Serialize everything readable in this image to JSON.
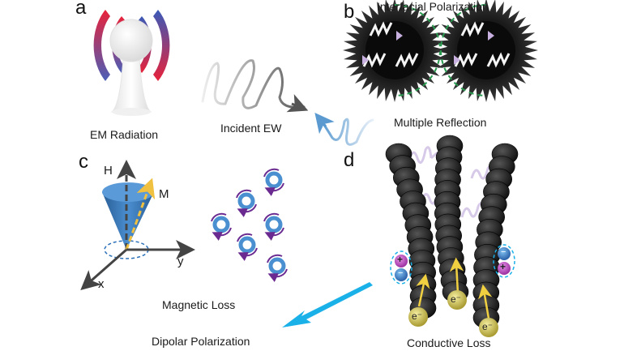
{
  "panels": {
    "a": {
      "letter": "a",
      "caption": "EM Radiation"
    },
    "b": {
      "letter": "b",
      "title": "Interfacial Polarization",
      "caption": "Multiple Reflection"
    },
    "c": {
      "letter": "c",
      "axis_h": "H",
      "axis_m": "M",
      "axis_x": "x",
      "axis_y": "y",
      "caption": "Magnetic Loss"
    },
    "d": {
      "letter": "d",
      "caption": "Conductive Loss",
      "electron": "e⁻",
      "plus": "+",
      "minus": "−"
    }
  },
  "wave_label": "Incident EW",
  "bottom_label": "Dipolar Polarization",
  "colors": {
    "radiation_red": "#e8223a",
    "radiation_blue": "#4a5fb8",
    "cone_blue": "#4a90d0",
    "arrow_cyan": "#1ab0e8",
    "spin_purple": "#6a2a90",
    "electron_yellow": "#d8c850",
    "dipole_pink": "#c050c0",
    "dipole_blue": "#3a80c8",
    "dash_green": "#2a9a50"
  }
}
